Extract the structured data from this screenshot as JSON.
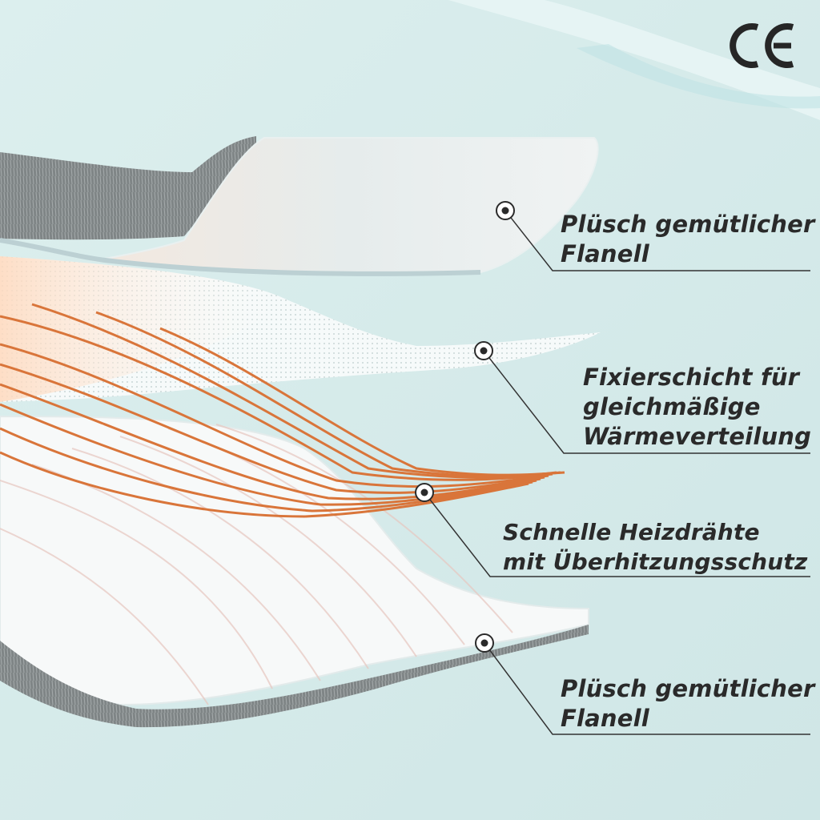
{
  "certification": {
    "mark_text": "CE"
  },
  "layers": [
    {
      "name": "top-flannel",
      "lines": [
        "Plüsch gemütlicher",
        "Flanell"
      ]
    },
    {
      "name": "fixing-layer",
      "lines": [
        "Fixierschicht für",
        "gleichmäßige",
        "Wärmeverteilung"
      ]
    },
    {
      "name": "heating-wires",
      "lines": [
        "Schnelle Heizdrähte",
        "mit Überhitzungsschutz"
      ]
    },
    {
      "name": "bottom-flannel",
      "lines": [
        "Plüsch gemütlicher",
        "Flanell"
      ]
    }
  ],
  "colors": {
    "background": "#d6ebeb",
    "text": "#2a2a2a",
    "leader_line": "#333333",
    "fur": "#8a8f90",
    "wire": "#d9753a",
    "sheet": "#f7f9f9"
  }
}
